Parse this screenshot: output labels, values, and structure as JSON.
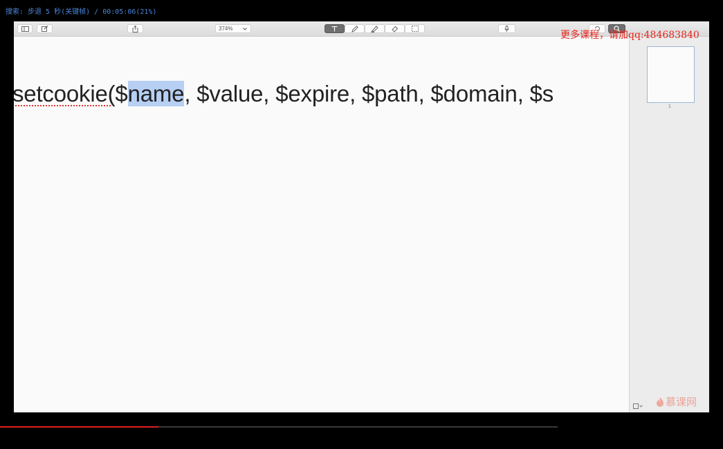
{
  "player": {
    "status_text": "搜索: 步退 5 秒(关键帧) / 00:05:06(21%)",
    "progress": 0.21,
    "progress_color": "#e02020"
  },
  "toolbar": {
    "zoom_value": "374%",
    "icons": [
      "sidebar-toggle-icon",
      "markup-edit-icon",
      "share-icon",
      "text-tool-icon",
      "pen-icon",
      "highlight-icon",
      "eraser-icon",
      "rect-select-icon",
      "microphone-icon",
      "search-icon"
    ]
  },
  "document": {
    "pre": "setcookie(",
    "dollar": "$",
    "highlighted": "name",
    "rest": ", $value, $expire, $path, $domain, $s",
    "highlight_color": "#b7cff3"
  },
  "sidebar": {
    "page_number": "1"
  },
  "overlay": {
    "promo": "更多课程，请加qq:484683840",
    "promo_color": "#e8261e",
    "watermark": "慕课网"
  }
}
